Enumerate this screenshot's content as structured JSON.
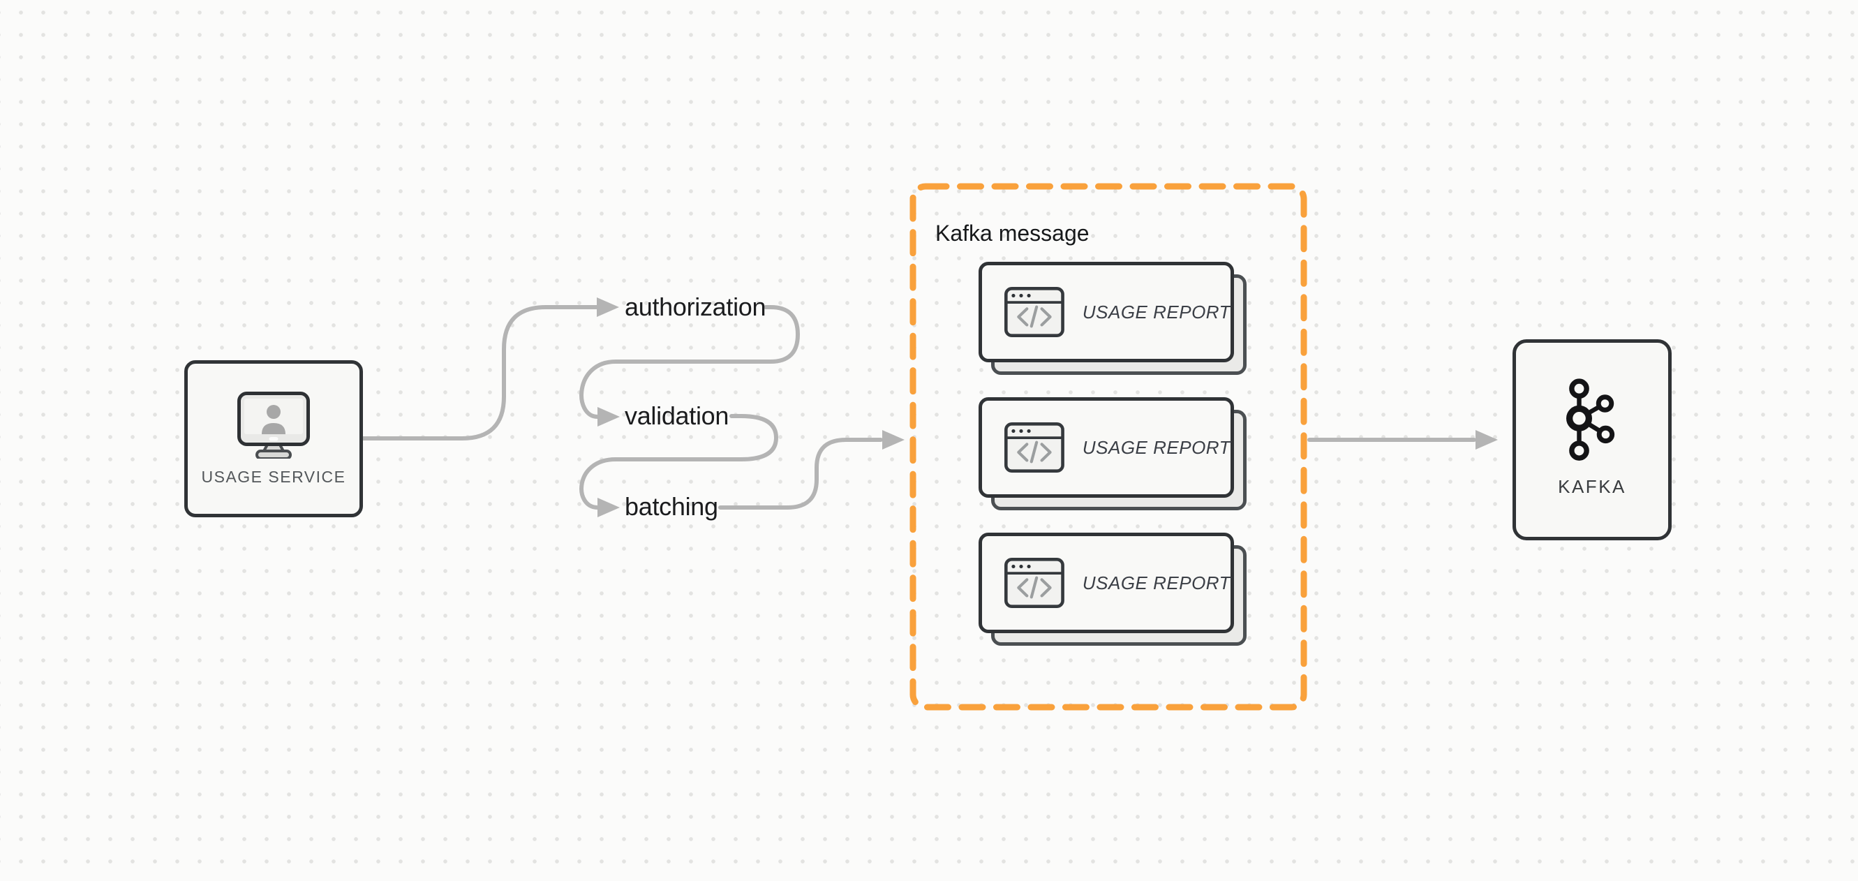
{
  "diagram": {
    "type": "flow-diagram",
    "background": "dotted-grid"
  },
  "nodes": {
    "usage_service": {
      "label": "USAGE SERVICE",
      "icon": "monitor-user-icon"
    },
    "kafka": {
      "label": "KAFKA",
      "icon": "kafka-logo-icon"
    }
  },
  "flow": {
    "steps": [
      {
        "label": "authorization"
      },
      {
        "label": "validation"
      },
      {
        "label": "batching"
      }
    ]
  },
  "kafka_message": {
    "title": "Kafka message",
    "cards": [
      {
        "label": "USAGE REPORT",
        "icon": "code-window-icon"
      },
      {
        "label": "USAGE REPORT",
        "icon": "code-window-icon"
      },
      {
        "label": "USAGE REPORT",
        "icon": "code-window-icon"
      }
    ]
  },
  "colors": {
    "accent_orange": "#F9A13C",
    "connector_gray": "#B4B4B4",
    "node_border_dark": "#303336",
    "node_fill": "#F8F8F6",
    "background": "#FBFBFA",
    "text_dark": "#1B1C1E"
  }
}
